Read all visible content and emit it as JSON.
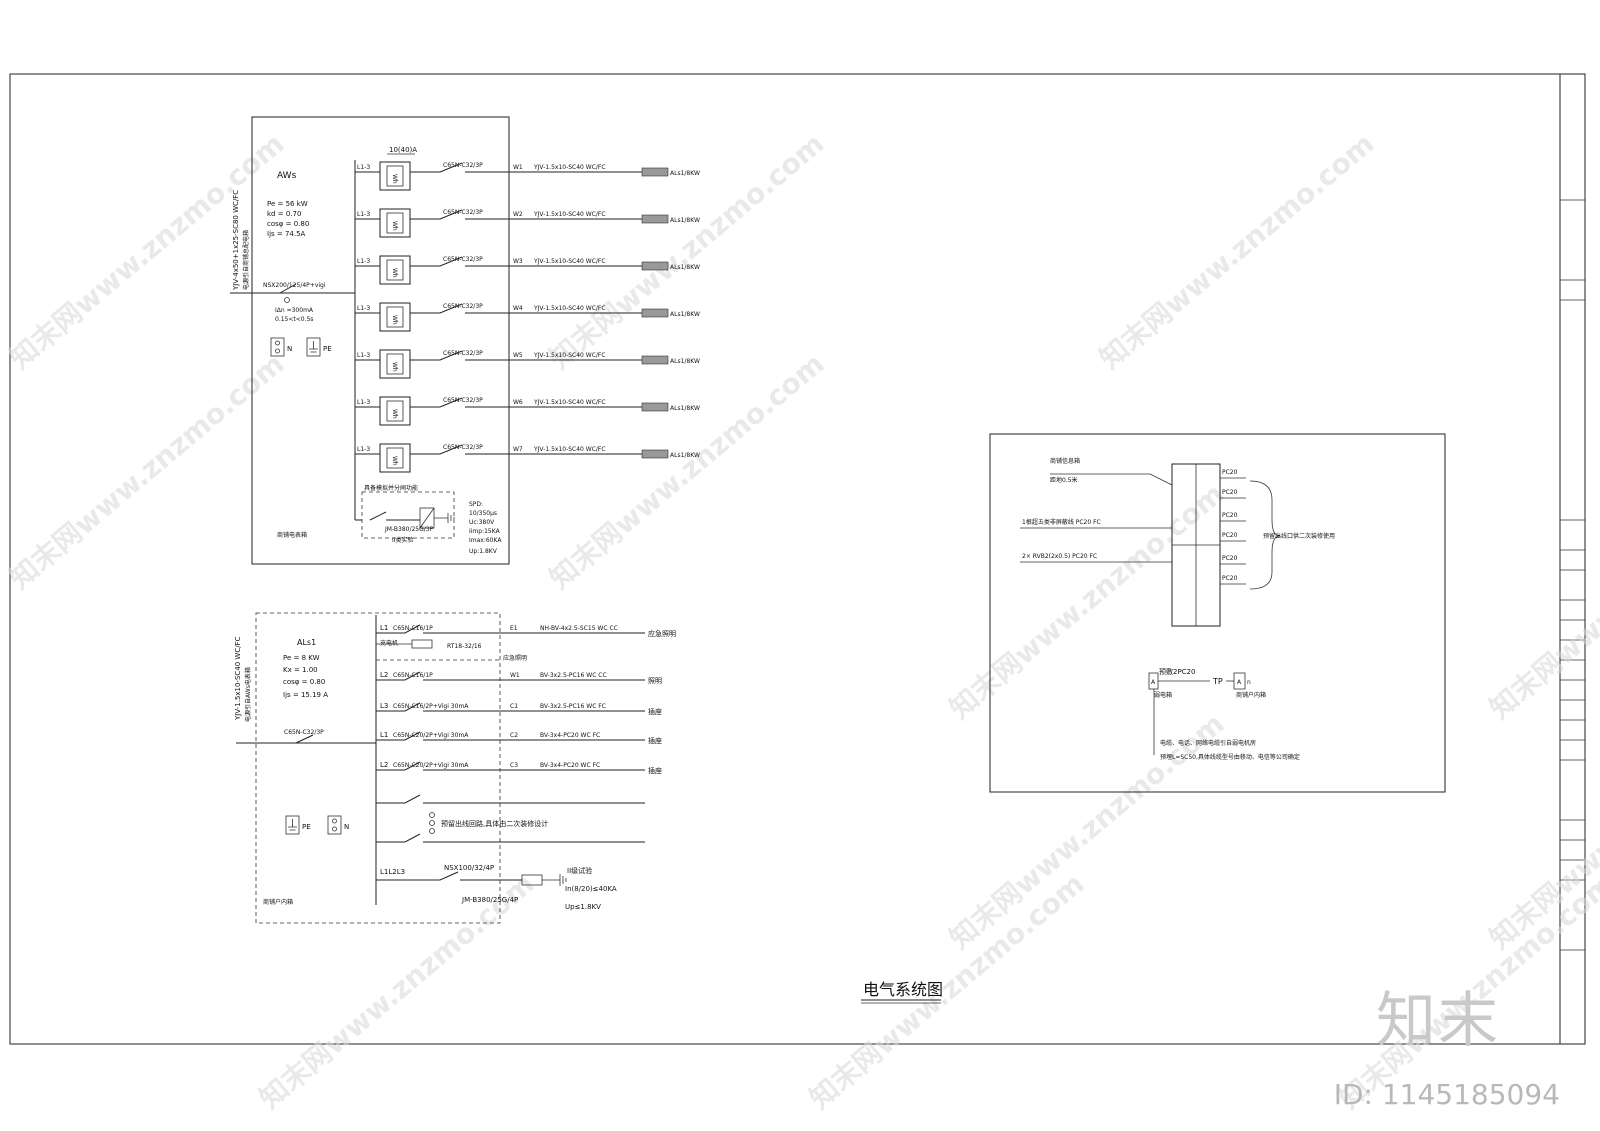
{
  "title": "电气系统图",
  "brand": "知末",
  "image_id": "ID: 1145185094",
  "watermark": "知末网www.znzmo.com",
  "panel_aws": {
    "name": "AWs",
    "params": [
      "Pe = 56 kW",
      "kd = 0.70",
      "cosφ = 0.80",
      "Ijs = 74.5A"
    ],
    "incoming_cable": "YJV-4x50+1x25-SC80 WC/FC",
    "incoming_note": "电源引自商铺总配电箱",
    "main_breaker": "NSX200/125/4P+vigi",
    "leakage": [
      "IΔn =300mA",
      "0.15<t<0.5s"
    ],
    "n_label": "N",
    "pe_label": "PE",
    "meter_rating": "10(40)A",
    "circuits": [
      {
        "phase": "L1-3",
        "meter": "Wh",
        "breaker": "C65N-C32/3P",
        "id": "W1",
        "cable": "YJV-1.5x10-SC40 WC/FC",
        "load": "ALs1/8KW"
      },
      {
        "phase": "L1-3",
        "meter": "Wh",
        "breaker": "C65N-C32/3P",
        "id": "W2",
        "cable": "YJV-1.5x10-SC40 WC/FC",
        "load": "ALs1/8KW"
      },
      {
        "phase": "L1-3",
        "meter": "Wh",
        "breaker": "C65N-C32/3P",
        "id": "W3",
        "cable": "YJV-1.5x10-SC40 WC/FC",
        "load": "ALs1/8KW"
      },
      {
        "phase": "L1-3",
        "meter": "Wh",
        "breaker": "C65N-C32/3P",
        "id": "W4",
        "cable": "YJV-1.5x10-SC40 WC/FC",
        "load": "ALs1/8KW"
      },
      {
        "phase": "L1-3",
        "meter": "Wh",
        "breaker": "C65N-C32/3P",
        "id": "W5",
        "cable": "YJV-1.5x10-SC40 WC/FC",
        "load": "ALs1/8KW"
      },
      {
        "phase": "L1-3",
        "meter": "Wh",
        "breaker": "C65N-C32/3P",
        "id": "W6",
        "cable": "YJV-1.5x10-SC40 WC/FC",
        "load": "ALs1/8KW"
      },
      {
        "phase": "L1-3",
        "meter": "Wh",
        "breaker": "C65N-C32/3P",
        "id": "W7",
        "cable": "YJV-1.5x10-SC40 WC/FC",
        "load": "ALs1/8KW"
      }
    ],
    "spd_note": "具备模拟并分闸功能",
    "spd_breaker": "JM-B380/25G/3P",
    "spd_class": "II类实验",
    "spd_specs": [
      "SPD:",
      "10/350μs",
      "Uc:380V",
      "Iimp:15KA",
      "Imax:60KA",
      "Up:1.8KV"
    ],
    "box_label": "商铺电表箱"
  },
  "panel_als1": {
    "name": "ALs1",
    "params": [
      "Pe = 8 KW",
      "Kx = 1.00",
      "cosφ = 0.80",
      "Ijs = 15.19 A"
    ],
    "incoming_cable": "YJV-1.5x10-SC40 WC/FC",
    "incoming_note": "电源引自AWs电表箱",
    "main_breaker": "C65N-C32/3P",
    "circuits": [
      {
        "phase": "L1",
        "breaker": "C65N-C16/1P",
        "id": "E1",
        "cable": "NH-BV-4x2.5-SC15 WC CC",
        "load": "应急照明"
      },
      {
        "phase": "L2",
        "breaker": "C65N-C16/1P",
        "id": "W1",
        "cable": "BV-3x2.5-PC16 WC CC",
        "load": "照明"
      },
      {
        "phase": "L3",
        "breaker": "C65N-C16/2P+Vigi 30mA",
        "id": "C1",
        "cable": "BV-3x2.5-PC16 WC FC",
        "load": "插座"
      },
      {
        "phase": "L1",
        "breaker": "C65N-C20/2P+Vigi 30mA",
        "id": "C2",
        "cable": "BV-3x4-PC20 WC FC",
        "load": "插座"
      },
      {
        "phase": "L2",
        "breaker": "C65N-C20/2P+Vigi 30mA",
        "id": "C3",
        "cable": "BV-3x4-PC20 WC FC",
        "load": "插座"
      }
    ],
    "charger": "充电机",
    "relay": "RT18-32/16",
    "emergency_note": "应急照明",
    "reserve_note": "预留出线回路,具体由二次装修设计",
    "spd_phase": "L1L2L3",
    "spd_breaker": "NSX100/32/4P",
    "spd_device": "JM-B380/25G/4P",
    "spd_class": "II级试验",
    "spd_specs": [
      "In(8/20)≤40KA",
      "Up≤1.8KV"
    ],
    "pe_label": "PE",
    "n_label": "N",
    "box_label": "商铺户内箱"
  },
  "info_box": {
    "source_label": "商铺信息箱",
    "height_label": "距地0.5米",
    "line1": "1根超五类非屏蔽线 PC20 FC",
    "line2": "2× RVB2(2x0.5) PC20 FC",
    "pc_labels": [
      "PC20",
      "PC20",
      "PC20",
      "PC20",
      "PC20",
      "PC20"
    ],
    "reserve_note": "预留出线口供二次装修使用",
    "conduit": "预敷2PC20",
    "tp_label": "TP",
    "tag_left": "A",
    "tag_right": "A",
    "n_label": "n",
    "left_caption": "弱电箱",
    "right_caption": "商铺户内箱",
    "notes": [
      "电缆、电话、网络电缆引自弱电机房",
      "预埋L=SC50,具体线缆型号由移动、电信等公司确定"
    ]
  }
}
